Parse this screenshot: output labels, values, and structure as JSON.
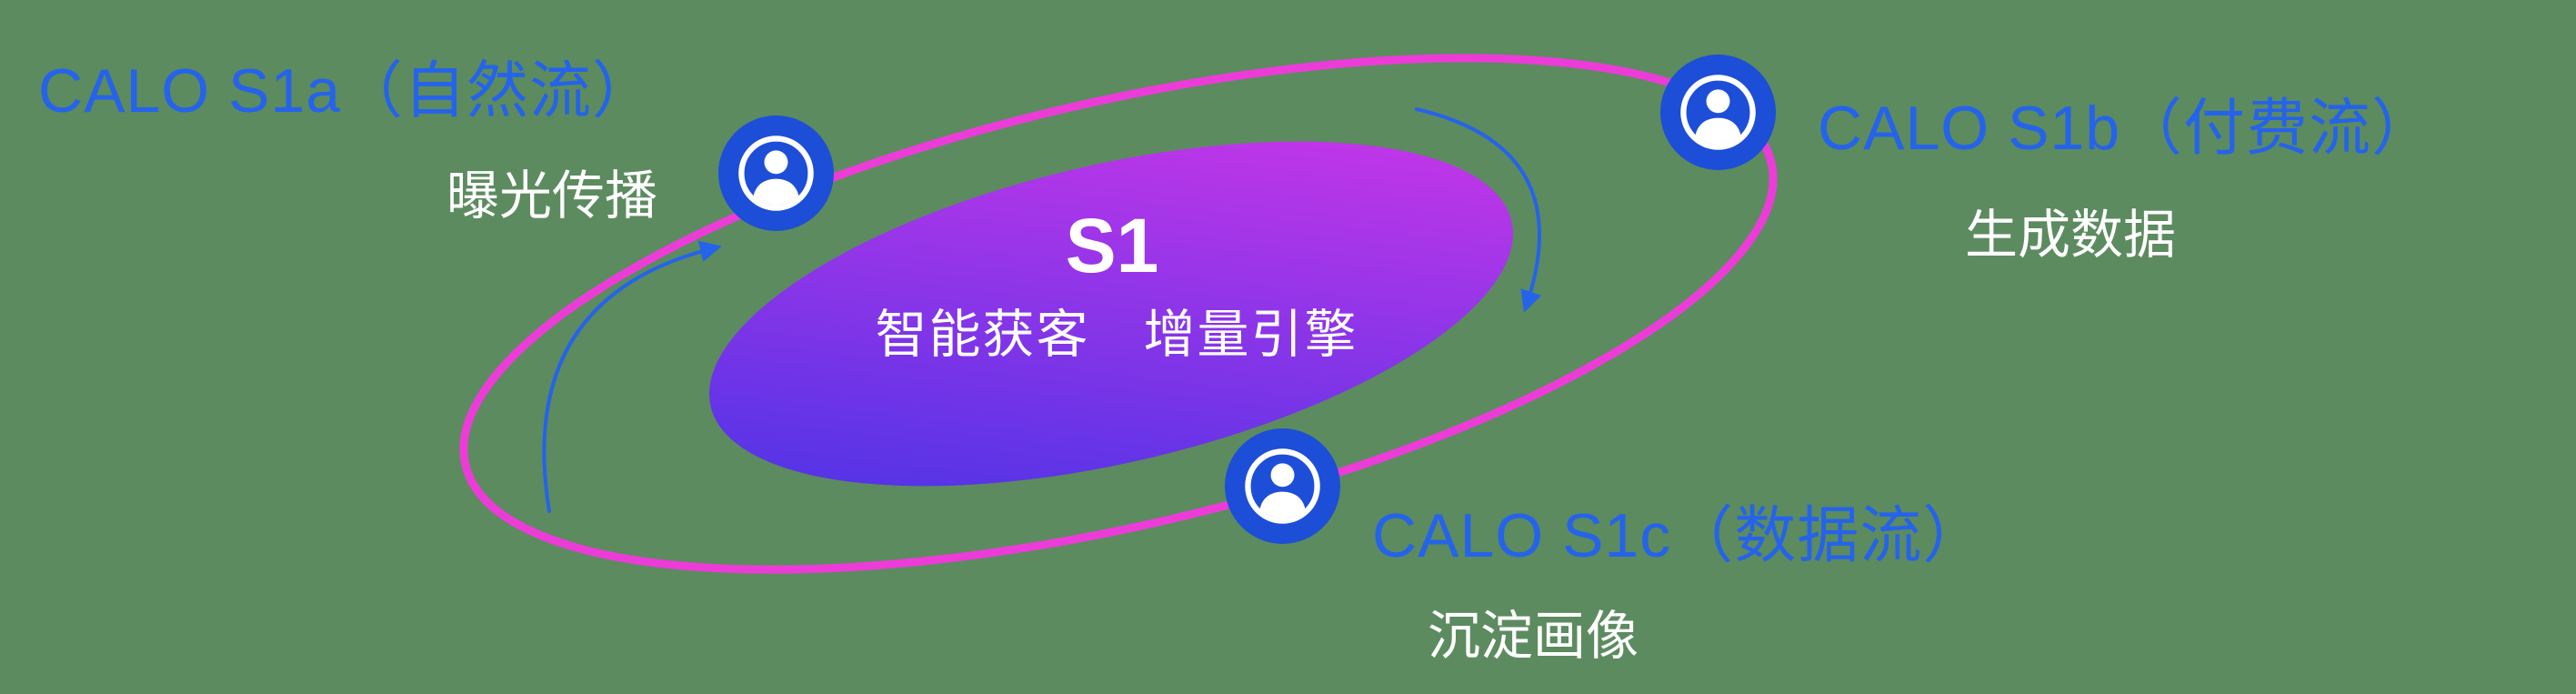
{
  "canvas": {
    "background": "#5c8b5f"
  },
  "colors": {
    "label_blue": "#2563eb",
    "text_white": "#ffffff",
    "ring_magenta": "#ec3cd8",
    "core_gradient_start": "#4133e6",
    "core_gradient_end": "#d437e9",
    "icon_blue": "#1d4ed8",
    "arrow_blue": "#2563eb"
  },
  "core": {
    "title": "S1",
    "subtitle": "智能获客　增量引擎"
  },
  "nodes": [
    {
      "id": "s1a",
      "title": "CALO S1a（自然流）",
      "subtitle": "曝光传播"
    },
    {
      "id": "s1b",
      "title": "CALO S1b（付费流）",
      "subtitle": "生成数据"
    },
    {
      "id": "s1c",
      "title": "CALO S1c（数据流）",
      "subtitle": "沉淀画像"
    }
  ]
}
